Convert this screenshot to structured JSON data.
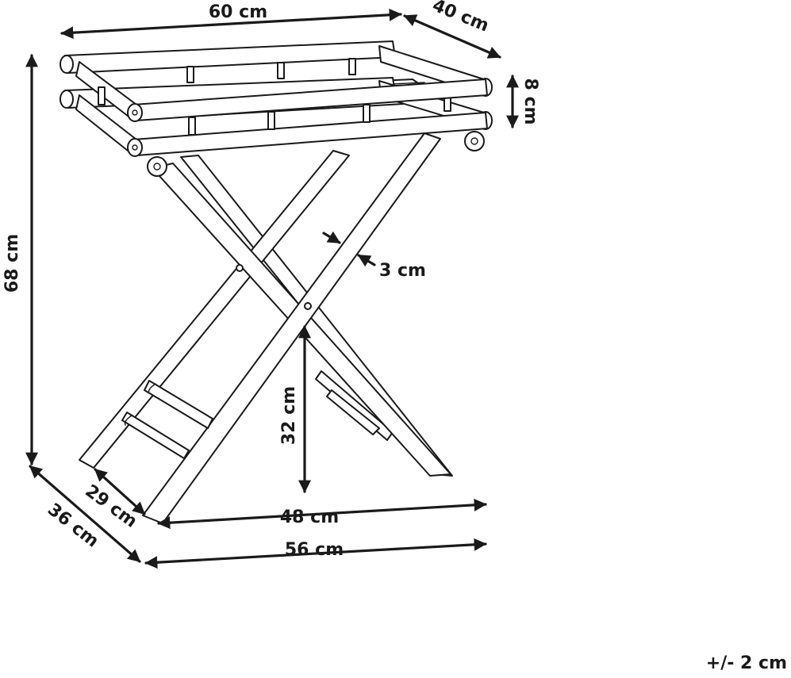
{
  "dimensions": {
    "top_width": "60 cm",
    "top_depth": "40 cm",
    "rail_height": "8 cm",
    "total_height": "68 cm",
    "leg_thickness": "3 cm",
    "shelf_height": "32 cm",
    "shelf_depth": "29 cm",
    "base_depth": "36 cm",
    "inner_width": "48 cm",
    "base_width": "56 cm"
  },
  "tolerance": "+/- 2 cm",
  "colors": {
    "ink": "#1a1a1a",
    "background": "#ffffff"
  }
}
